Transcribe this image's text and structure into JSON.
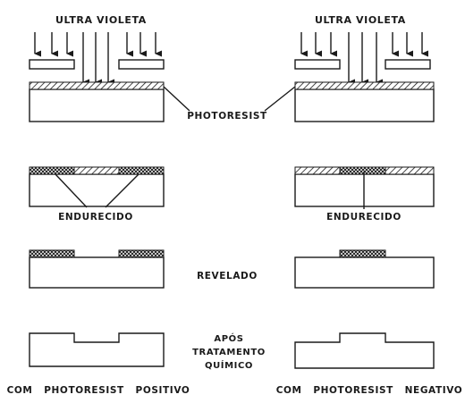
{
  "labels": {
    "uv_left": "ULTRA  VIOLETA",
    "uv_right": "ULTRA  VIOLETA",
    "photoresist": "PHOTORESIST",
    "hardened_left": "ENDURECIDO",
    "hardened_right": "ENDURECIDO",
    "developed": "REVELADO",
    "after_line1": "APÓS",
    "after_line2": "TRATAMENTO",
    "after_line3": "QUÍMICO",
    "caption_left": "COM   PHOTORESIST   POSITIVO",
    "caption_right": "COM   PHOTORESIST   NEGATIVO"
  },
  "colors": {
    "ink": "#1a1a1a",
    "background": "#ffffff"
  }
}
